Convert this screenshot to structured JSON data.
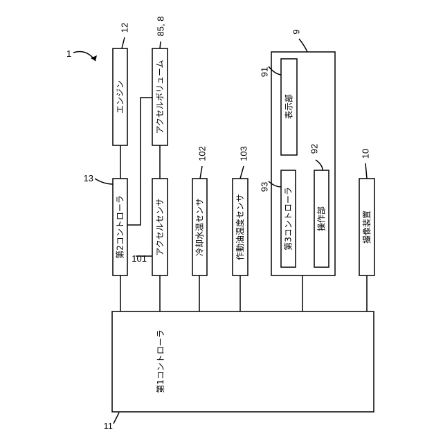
{
  "figure_number": "1",
  "blocks": {
    "first_controller": {
      "ref": "11",
      "label": "第1コントローラ"
    },
    "engine": {
      "ref": "12",
      "label": "エンジン"
    },
    "accel_volume": {
      "ref": "85, 8",
      "label": "アクセルボリューム"
    },
    "second_controller": {
      "ref": "13",
      "label": "第2コントローラ"
    },
    "accel_sensor": {
      "ref": "101",
      "label": "アクセルセンサ"
    },
    "coolant_temp_sensor": {
      "ref": "102",
      "label": "冷却水温センサ"
    },
    "oil_temp_sensor": {
      "ref": "103",
      "label": "作動油温度センサ"
    },
    "unit_9": {
      "ref": "9"
    },
    "display": {
      "ref": "91",
      "label": "表示部"
    },
    "operation": {
      "ref": "92",
      "label": "操作部"
    },
    "third_controller": {
      "ref": "93",
      "label": "第3コントローラ"
    },
    "imaging_device": {
      "ref": "10",
      "label": "撮像装置"
    }
  }
}
